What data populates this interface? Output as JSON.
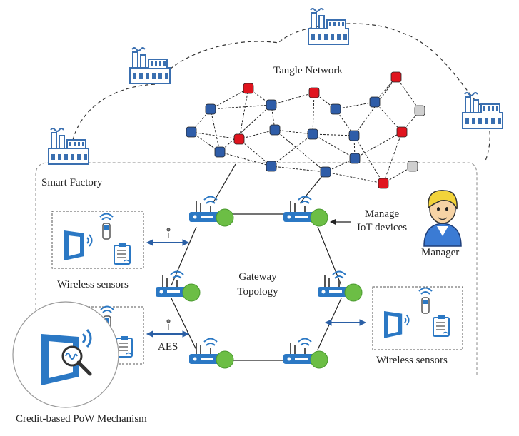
{
  "labels": {
    "tangle_network": "Tangle Network",
    "smart_factory": "Smart Factory",
    "manage_iot": "Manage\nIoT devices",
    "manager": "Manager",
    "gateway_topology": "Gateway\nTopology",
    "wireless_sensors_left": "Wireless sensors",
    "wireless_sensors_right": "Wireless sensors",
    "aes": "AES",
    "credit_pow": "Credit-based PoW Mechanism"
  },
  "colors": {
    "node_blue": "#2f5da8",
    "node_red": "#e0141e",
    "node_gray": "#cfcfcf",
    "gateway_green": "#6cbe45",
    "device_blue": "#2b78c4",
    "factory_blue": "#3a6fb0",
    "manager_skin": "#f6d3a5",
    "manager_hair": "#f2d33a",
    "manager_shirt": "#3b7bd4"
  },
  "tangle": {
    "node_types": [
      "blue",
      "red",
      "blue",
      "red",
      "blue",
      "blue",
      "red",
      "blue",
      "red",
      "blue",
      "blue",
      "blue",
      "blue",
      "blue",
      "blue",
      "blue",
      "red",
      "red",
      "gray",
      "gray"
    ]
  }
}
